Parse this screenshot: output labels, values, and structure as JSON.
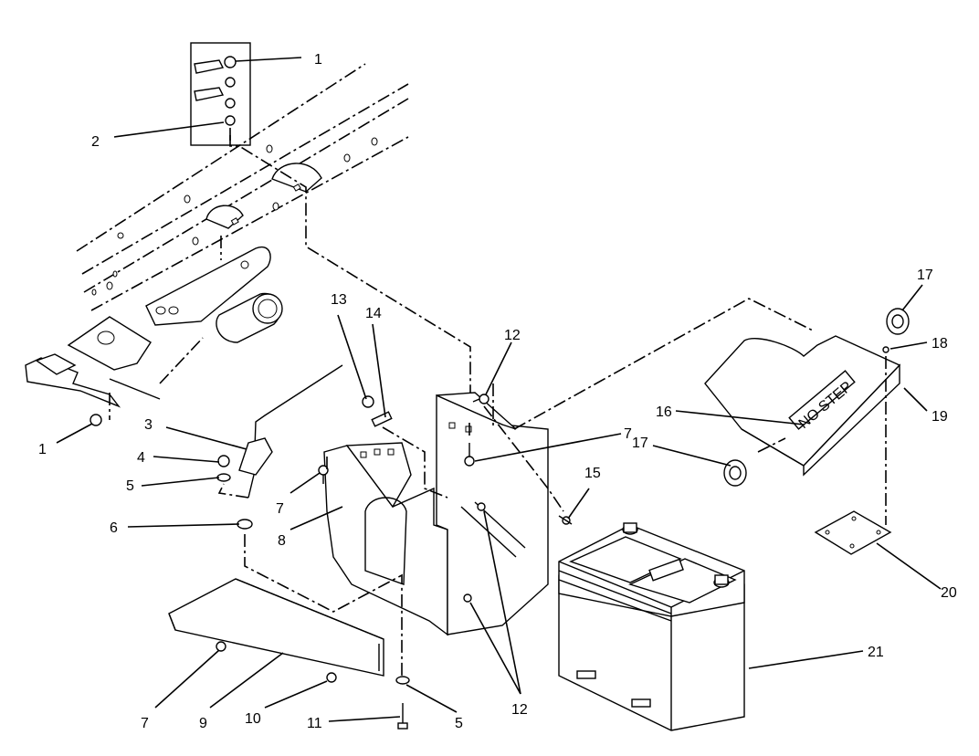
{
  "diagram": {
    "type": "exploded parts diagram",
    "callouts": [
      {
        "id": "c1a",
        "label": "1"
      },
      {
        "id": "c1b",
        "label": "1"
      },
      {
        "id": "c2",
        "label": "2"
      },
      {
        "id": "c3",
        "label": "3"
      },
      {
        "id": "c4",
        "label": "4"
      },
      {
        "id": "c5a",
        "label": "5"
      },
      {
        "id": "c5b",
        "label": "5"
      },
      {
        "id": "c6",
        "label": "6"
      },
      {
        "id": "c7a",
        "label": "7"
      },
      {
        "id": "c7b",
        "label": "7"
      },
      {
        "id": "c7c",
        "label": "7"
      },
      {
        "id": "c8",
        "label": "8"
      },
      {
        "id": "c9",
        "label": "9"
      },
      {
        "id": "c10",
        "label": "10"
      },
      {
        "id": "c11",
        "label": "11"
      },
      {
        "id": "c12a",
        "label": "12"
      },
      {
        "id": "c12b",
        "label": "12"
      },
      {
        "id": "c13",
        "label": "13"
      },
      {
        "id": "c14",
        "label": "14"
      },
      {
        "id": "c15",
        "label": "15"
      },
      {
        "id": "c16",
        "label": "16"
      },
      {
        "id": "c17a",
        "label": "17"
      },
      {
        "id": "c17b",
        "label": "17"
      },
      {
        "id": "c18",
        "label": "18"
      },
      {
        "id": "c19",
        "label": "19"
      },
      {
        "id": "c20",
        "label": "20"
      },
      {
        "id": "c21",
        "label": "21"
      }
    ],
    "decal_text": "NO STEP"
  }
}
